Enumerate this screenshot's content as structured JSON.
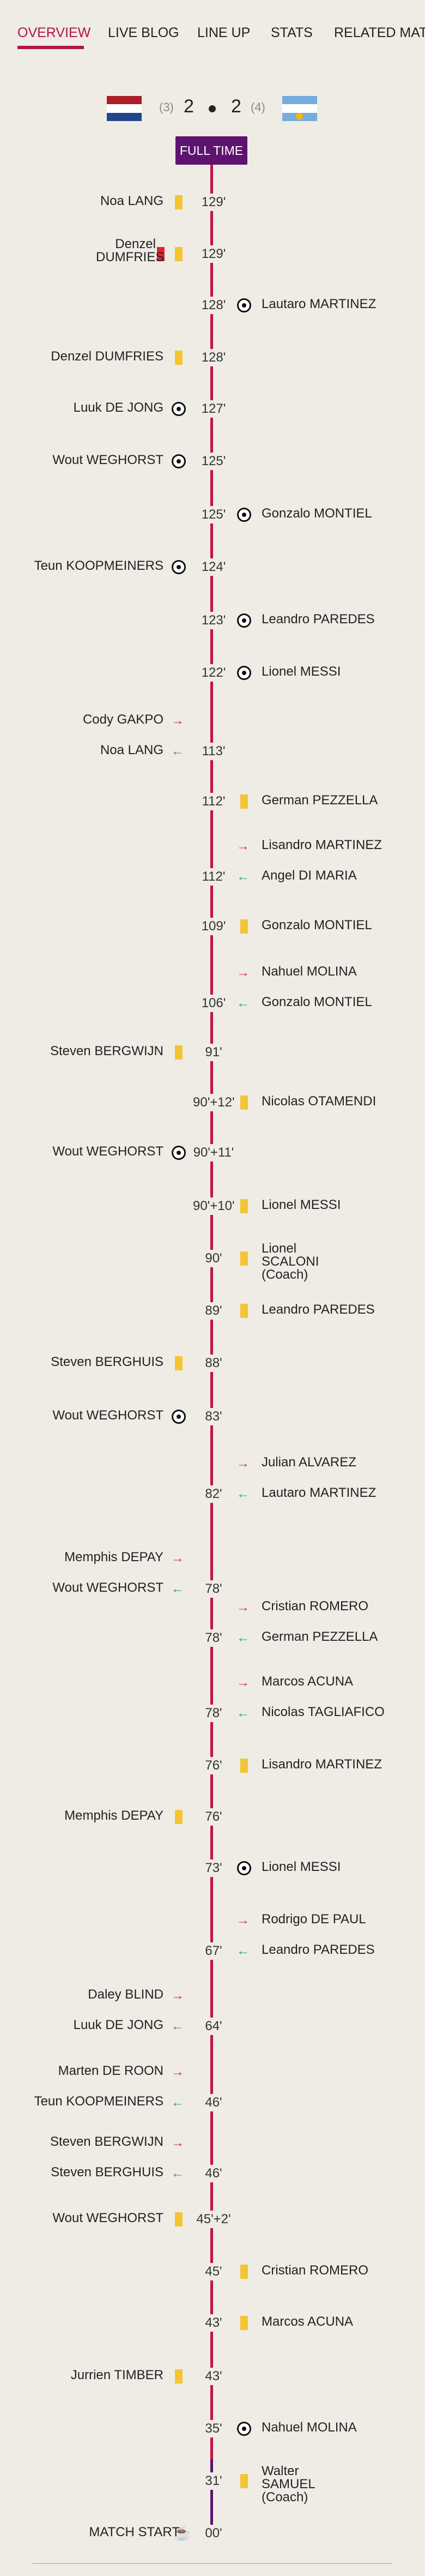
{
  "tabs": [
    {
      "label": "OVERVIEW",
      "active": true
    },
    {
      "label": "LIVE BLOG",
      "active": false
    },
    {
      "label": "LINE UP",
      "active": false
    },
    {
      "label": "STATS",
      "active": false
    },
    {
      "label": "RELATED MATCHES",
      "active": false
    }
  ],
  "score": {
    "home_penalties": "(3)",
    "home_goals": "2",
    "away_goals": "2",
    "away_penalties": "(4)"
  },
  "status": "FULL TIME",
  "colors": {
    "accent": "#b0154b",
    "timeline": "#c8104b",
    "status_bg": "#5d1470",
    "yellow_card": "#f4c431",
    "red_card": "#e5232d",
    "sub_in": "#2ea14a",
    "sub_out": "#d8243b"
  },
  "events": [
    {
      "side": "left",
      "min": "129'",
      "items": [
        {
          "name": "Noa LANG",
          "icon": "yellow-card"
        }
      ]
    },
    {
      "side": "left",
      "min": "129'",
      "items": [
        {
          "name": "Denzel DUMFRIES",
          "icon": "red-yellow-card"
        }
      ]
    },
    {
      "side": "right",
      "min": "128'",
      "items": [
        {
          "name": "Lautaro MARTINEZ",
          "icon": "ball"
        }
      ]
    },
    {
      "side": "left",
      "min": "128'",
      "items": [
        {
          "name": "Denzel DUMFRIES",
          "icon": "yellow-card"
        }
      ]
    },
    {
      "side": "left",
      "min": "127'",
      "items": [
        {
          "name": "Luuk DE JONG",
          "icon": "ball"
        }
      ]
    },
    {
      "side": "left",
      "min": "125'",
      "items": [
        {
          "name": "Wout WEGHORST",
          "icon": "ball"
        }
      ]
    },
    {
      "side": "right",
      "min": "125'",
      "items": [
        {
          "name": "Gonzalo MONTIEL",
          "icon": "ball"
        }
      ]
    },
    {
      "side": "left",
      "min": "124'",
      "items": [
        {
          "name": "Teun KOOPMEINERS",
          "icon": "ball"
        }
      ]
    },
    {
      "side": "right",
      "min": "123'",
      "items": [
        {
          "name": "Leandro PAREDES",
          "icon": "ball"
        }
      ]
    },
    {
      "side": "right",
      "min": "122'",
      "items": [
        {
          "name": "Lionel MESSI",
          "icon": "ball"
        }
      ]
    },
    {
      "side": "left",
      "min": "113'",
      "items": [
        {
          "name": "Cody GAKPO",
          "icon": "sub-out"
        },
        {
          "name": "Noa LANG",
          "icon": "sub-in"
        }
      ]
    },
    {
      "side": "right",
      "min": "112'",
      "items": [
        {
          "name": "German PEZZELLA",
          "icon": "yellow-card"
        }
      ]
    },
    {
      "side": "right",
      "min": "112'",
      "items": [
        {
          "name": "Lisandro MARTINEZ",
          "icon": "sub-out"
        },
        {
          "name": "Angel DI MARIA",
          "icon": "sub-in"
        }
      ]
    },
    {
      "side": "right",
      "min": "109'",
      "items": [
        {
          "name": "Gonzalo MONTIEL",
          "icon": "yellow-card"
        }
      ]
    },
    {
      "side": "right",
      "min": "106'",
      "items": [
        {
          "name": "Nahuel MOLINA",
          "icon": "sub-out"
        },
        {
          "name": "Gonzalo MONTIEL",
          "icon": "sub-in"
        }
      ]
    },
    {
      "side": "left",
      "min": "91'",
      "items": [
        {
          "name": "Steven BERGWIJN",
          "icon": "yellow-card"
        }
      ]
    },
    {
      "side": "right",
      "min": "90'+12'",
      "items": [
        {
          "name": "Nicolas OTAMENDI",
          "icon": "yellow-card"
        }
      ]
    },
    {
      "side": "left",
      "min": "90'+11'",
      "items": [
        {
          "name": "Wout WEGHORST",
          "icon": "ball"
        }
      ]
    },
    {
      "side": "right",
      "min": "90'+10'",
      "items": [
        {
          "name": "Lionel MESSI",
          "icon": "yellow-card"
        }
      ]
    },
    {
      "side": "right",
      "min": "90'",
      "items": [
        {
          "name": "Lionel SCALONI (Coach)",
          "icon": "yellow-card"
        }
      ]
    },
    {
      "side": "right",
      "min": "89'",
      "items": [
        {
          "name": "Leandro PAREDES",
          "icon": "yellow-card"
        }
      ]
    },
    {
      "side": "left",
      "min": "88'",
      "items": [
        {
          "name": "Steven BERGHUIS",
          "icon": "yellow-card"
        }
      ]
    },
    {
      "side": "left",
      "min": "83'",
      "items": [
        {
          "name": "Wout WEGHORST",
          "icon": "ball"
        }
      ]
    },
    {
      "side": "right",
      "min": "82'",
      "items": [
        {
          "name": "Julian ALVAREZ",
          "icon": "sub-out"
        },
        {
          "name": "Lautaro MARTINEZ",
          "icon": "sub-in"
        }
      ]
    },
    {
      "side": "left",
      "min": "78'",
      "items": [
        {
          "name": "Memphis DEPAY",
          "icon": "sub-out"
        },
        {
          "name": "Wout WEGHORST",
          "icon": "sub-in"
        }
      ]
    },
    {
      "side": "right",
      "min": "78'",
      "items": [
        {
          "name": "Cristian ROMERO",
          "icon": "sub-out"
        },
        {
          "name": "German PEZZELLA",
          "icon": "sub-in"
        }
      ]
    },
    {
      "side": "right",
      "min": "78'",
      "items": [
        {
          "name": "Marcos ACUNA",
          "icon": "sub-out"
        },
        {
          "name": "Nicolas TAGLIAFICO",
          "icon": "sub-in"
        }
      ]
    },
    {
      "side": "right",
      "min": "76'",
      "items": [
        {
          "name": "Lisandro MARTINEZ",
          "icon": "yellow-card"
        }
      ]
    },
    {
      "side": "left",
      "min": "76'",
      "items": [
        {
          "name": "Memphis DEPAY",
          "icon": "yellow-card"
        }
      ]
    },
    {
      "side": "right",
      "min": "73'",
      "items": [
        {
          "name": "Lionel MESSI",
          "icon": "ball"
        }
      ]
    },
    {
      "side": "right",
      "min": "67'",
      "items": [
        {
          "name": "Rodrigo DE PAUL",
          "icon": "sub-out"
        },
        {
          "name": "Leandro PAREDES",
          "icon": "sub-in"
        }
      ]
    },
    {
      "side": "left",
      "min": "64'",
      "items": [
        {
          "name": "Daley BLIND",
          "icon": "sub-out"
        },
        {
          "name": "Luuk DE JONG",
          "icon": "sub-in"
        }
      ]
    },
    {
      "side": "left",
      "min": "46'",
      "items": [
        {
          "name": "Marten DE ROON",
          "icon": "sub-out"
        },
        {
          "name": "Teun KOOPMEINERS",
          "icon": "sub-in"
        }
      ]
    },
    {
      "side": "left",
      "min": "46'",
      "items": [
        {
          "name": "Steven BERGWIJN",
          "icon": "sub-out"
        },
        {
          "name": "Steven BERGHUIS",
          "icon": "sub-in"
        }
      ]
    },
    {
      "side": "left",
      "min": "45'+2'",
      "items": [
        {
          "name": "Wout WEGHORST",
          "icon": "yellow-card"
        }
      ]
    },
    {
      "side": "right",
      "min": "45'",
      "items": [
        {
          "name": "Cristian ROMERO",
          "icon": "yellow-card"
        }
      ]
    },
    {
      "side": "right",
      "min": "43'",
      "items": [
        {
          "name": "Marcos ACUNA",
          "icon": "yellow-card"
        }
      ]
    },
    {
      "side": "left",
      "min": "43'",
      "items": [
        {
          "name": "Jurrien TIMBER",
          "icon": "yellow-card"
        }
      ]
    },
    {
      "side": "right",
      "min": "35'",
      "items": [
        {
          "name": "Nahuel MOLINA",
          "icon": "ball"
        }
      ]
    },
    {
      "side": "right",
      "min": "31'",
      "items": [
        {
          "name": "Walter SAMUEL (Coach)",
          "icon": "yellow-card"
        }
      ]
    },
    {
      "side": "left",
      "min": "00'",
      "items": [
        {
          "name": "MATCH START",
          "icon": "whistle"
        }
      ]
    }
  ]
}
